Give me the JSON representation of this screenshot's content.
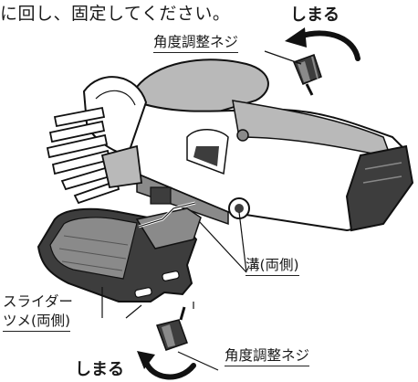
{
  "instruction_tail": "に回し、固定してください。",
  "tighten_label_top": "しまる",
  "tighten_label_bottom": "しまる",
  "callouts": {
    "angle_screw_top": "角度調整ネジ",
    "groove": "溝(両側)",
    "slider_line1": "スライダー",
    "slider_line2": "ツメ(両側)",
    "angle_screw_bottom": "角度調整ネジ"
  },
  "colors": {
    "body_gray": "#b9b9b9",
    "dark_gray": "#3d3d3d",
    "mid_gray": "#8a8a8a",
    "outline": "#111111"
  },
  "icons": [
    "rotate-arrow-icon"
  ]
}
